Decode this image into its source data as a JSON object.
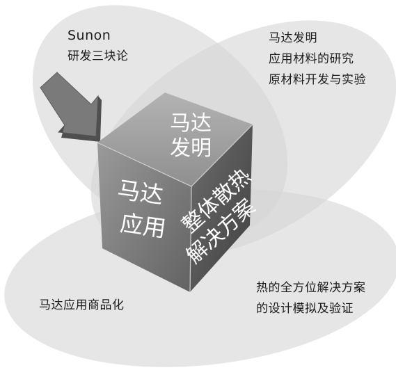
{
  "title": {
    "brand": "Sunon",
    "subtitle": "研发三块论"
  },
  "cube": {
    "top_face": [
      "马达",
      "发明"
    ],
    "left_face": [
      "马达",
      "应用"
    ],
    "right_face": [
      "整体散热",
      "解决方案"
    ]
  },
  "annotations": {
    "top_right": [
      "马达发明",
      "应用材料的研究",
      "原材料开发与实验"
    ],
    "bottom_left": "马达应用商品化",
    "bottom_right": [
      "热的全方位解决方案",
      "的设计模拟及验证"
    ]
  },
  "colors": {
    "ellipse_fill": "#dcdcdc",
    "overlap_fill": "#c2c2c2",
    "cube_top": "#9e9e9e",
    "cube_left": "#7a7a7a",
    "cube_right": "#5a5a5a",
    "arrow": "#6b6b6b",
    "text_dark": "#1a1a1a",
    "text_light": "#ffffff"
  }
}
